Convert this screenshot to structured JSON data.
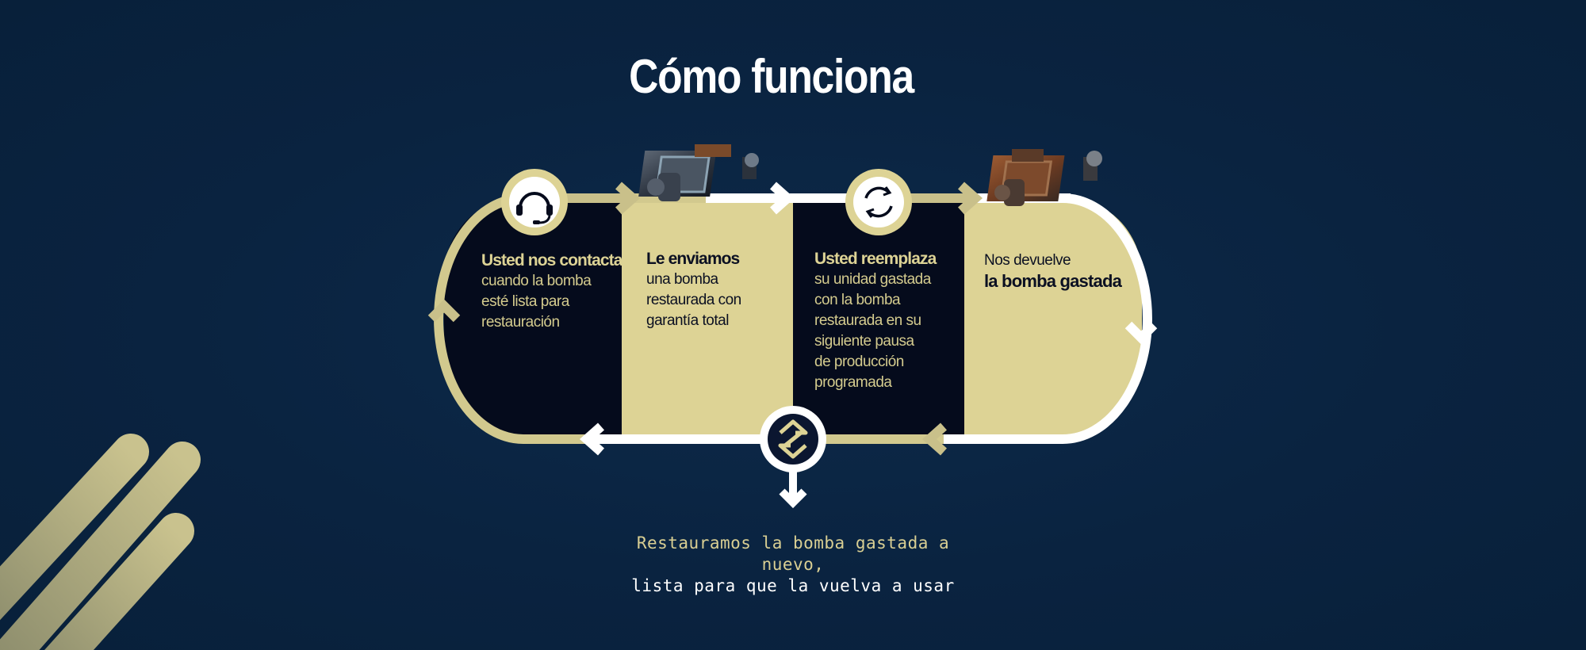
{
  "page": {
    "title": "Cómo funciona",
    "colors": {
      "background": "#0a2340",
      "gold": "#ddd395",
      "dark_panel": "#050b1c",
      "white": "#ffffff"
    }
  },
  "steps": [
    {
      "head": "Usted nos contacta",
      "body": "cuando la bomba\nesté lista para\nrestauración",
      "icon": "headset-icon"
    },
    {
      "head": "Le enviamos",
      "body": "una bomba\nrestaurada con\ngarantía total",
      "icon": "restored-pump-image"
    },
    {
      "head": "Usted reemplaza",
      "body": "su unidad gastada\ncon la bomba\nrestaurada en su\nsiguiente pausa\nde producción\nprogramada",
      "icon": "cycle-arrows-icon"
    },
    {
      "body": "Nos devuelve",
      "head": "la bomba gastada",
      "icon": "worn-pump-image"
    }
  ],
  "center_icon": "brand-logo-icon",
  "footer": {
    "line1": "Restauramos la bomba gastada a nuevo,",
    "line2": "lista para que la vuelva a usar"
  }
}
